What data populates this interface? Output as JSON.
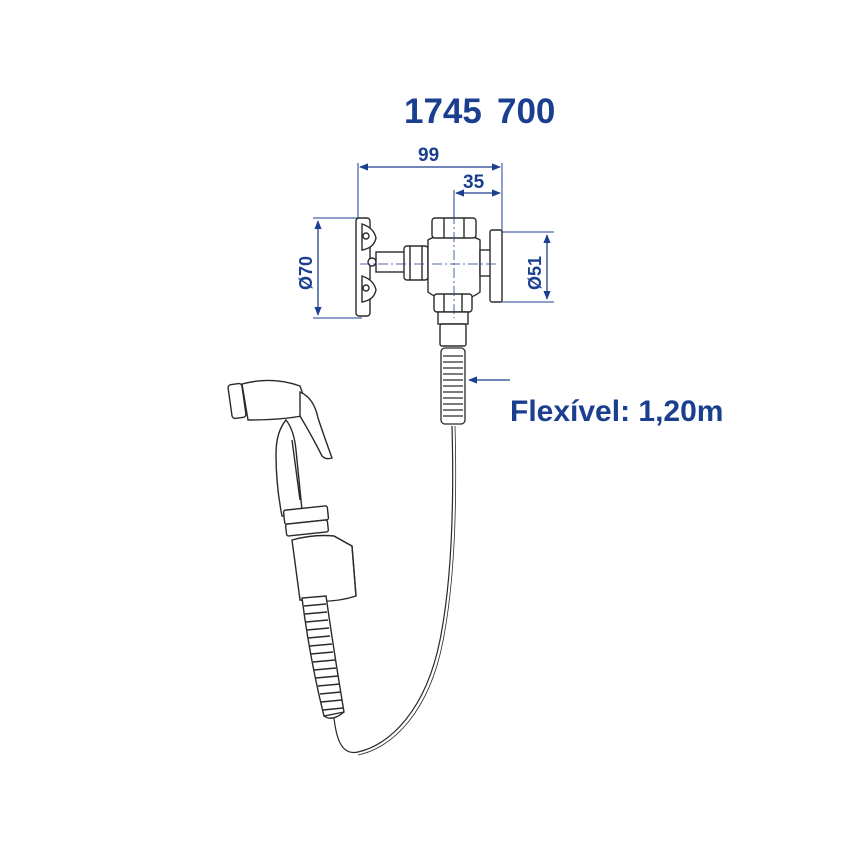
{
  "model": {
    "code_a": "1745",
    "code_b": "700"
  },
  "dimensions": {
    "overall_width": "99",
    "offset": "35",
    "flange_diameter": "Ø70",
    "cap_diameter": "Ø51"
  },
  "hose_label": "Flexível: 1,20m",
  "colors": {
    "text": "#1b3f8f",
    "dimension_line": "#1b3f8f",
    "drawing": "#2a2a2a",
    "fill": "#ffffff"
  }
}
